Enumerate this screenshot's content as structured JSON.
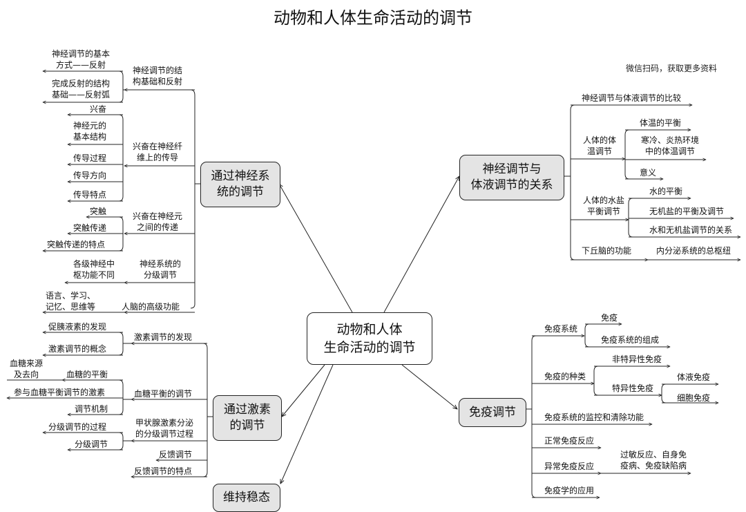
{
  "title": "动物和人体生命活动的调节",
  "note": "微信扫码，获取更多资料",
  "center": "动物和人体\n生命活动的调节",
  "branches": {
    "neural": "通过神经系\n统的调节",
    "hormone": "通过激素\n的调节",
    "homeostasis": "维持稳态",
    "relation": "神经调节与\n体液调节的关系",
    "immune": "免疫调节"
  },
  "neural": {
    "structure": "神经调节的结\n构基础和反射",
    "reflex": "神经调节的基本\n方式——反射",
    "reflex_arc": "完成反射的结构\n基础——反射弧",
    "excitation_fiber": "兴奋在神经纤\n维上的传导",
    "excite": "兴奋",
    "neuron": "神经元的\n基本结构",
    "process": "传导过程",
    "direction": "传导方向",
    "feature": "传导特点",
    "excitation_between": "兴奋在神经元\n之间的传递",
    "synapse": "突触",
    "synapse_transfer": "突触传递",
    "synapse_feature": "突触传递的特点",
    "hierarchy": "神经系统的\n分级调节",
    "centers": "各级神经中\n枢功能不同",
    "brain": "人脑的高级功能",
    "language": "语言、学习、\n记忆、思维等"
  },
  "hormone": {
    "discovery": "激素调节的发现",
    "secretin": "促胰液素的发现",
    "concept": "激素调节的概念",
    "glucose": "血糖平衡的调节",
    "glucose_source": "血糖来源\n及去向",
    "glucose_balance": "血糖的平衡",
    "glucose_hormones": "参与血糖平衡调节的激素",
    "mechanism": "调节机制",
    "thyroid": "甲状腺激素分泌\n的分级调节过程",
    "hier_process": "分级调节的过程",
    "hier": "分级调节",
    "feedback": "反馈调节",
    "feedback_feature": "反馈调节的特点"
  },
  "relation": {
    "compare": "神经调节与体液调节的比较",
    "temperature": "人体的体\n温调节",
    "temp_balance": "体温的平衡",
    "cold_hot": "寒冷、炎热环境\n中的体温调节",
    "meaning": "意义",
    "water_salt": "人体的水盐\n平衡调节",
    "water_balance": "水的平衡",
    "salt_balance": "无机盐的平衡及调节",
    "ws_relation": "水和无机盐调节的关系",
    "hypothalamus": "下丘脑的功能",
    "endocrine": "内分泌系统的总枢纽"
  },
  "immune": {
    "system": "免疫系统",
    "immunity": "免疫",
    "composition": "免疫系统的组成",
    "types": "免疫的种类",
    "nonspecific": "非特异性免疫",
    "specific": "特异性免疫",
    "humoral": "体液免疫",
    "cellular": "细胞免疫",
    "monitor": "免疫系统的监控和清除功能",
    "normal": "正常免疫反应",
    "abnormal": "异常免疫反应",
    "disorders": "过敏反应、自身免\n疫病、免疫缺陷病",
    "application": "免疫学的应用"
  }
}
